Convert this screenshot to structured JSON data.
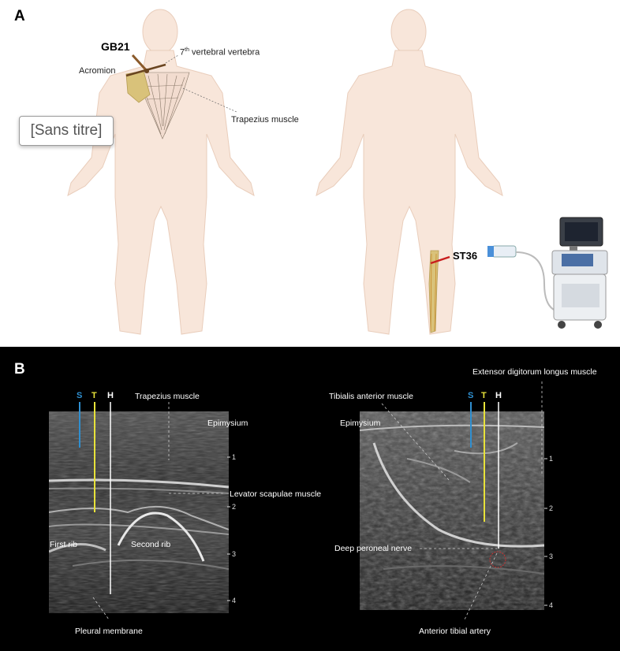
{
  "panels": {
    "a": "A",
    "b": "B"
  },
  "panel_a": {
    "gb21": "GB21",
    "vertebra_sup": "th",
    "vertebra_pre": "7",
    "vertebra": "vertebral vertebra",
    "acromion": "Acromion",
    "trapezius": "Trapezius muscle",
    "st36": "ST36",
    "title_box": "[Sans titre]"
  },
  "panel_b": {
    "left": {
      "s": "S",
      "t": "T",
      "h": "H",
      "trapezius": "Trapezius muscle",
      "epimysium": "Epimysium",
      "levator": "Levator scapulae muscle",
      "first_rib": "First rib",
      "second_rib": "Second rib",
      "pleural": "Pleural membrane",
      "ticks": [
        "1",
        "2",
        "3",
        "4"
      ]
    },
    "right": {
      "s": "S",
      "t": "T",
      "h": "H",
      "extensor": "Extensor digitorum longus muscle",
      "tibialis": "Tibialis anterior muscle",
      "epimysium": "Epimysium",
      "peroneal": "Deep peroneal nerve",
      "artery": "Anterior tibial artery",
      "ticks": [
        "1",
        "2",
        "3",
        "4"
      ]
    }
  },
  "colors": {
    "skin": "#f8e6da",
    "skin_edge": "#e9cdbb",
    "s_line": "#2f8fd0",
    "t_line": "#e8e23a",
    "h_line": "#ffffff",
    "acupoint": "#c81e1e",
    "muscle": "#d9c27a"
  }
}
